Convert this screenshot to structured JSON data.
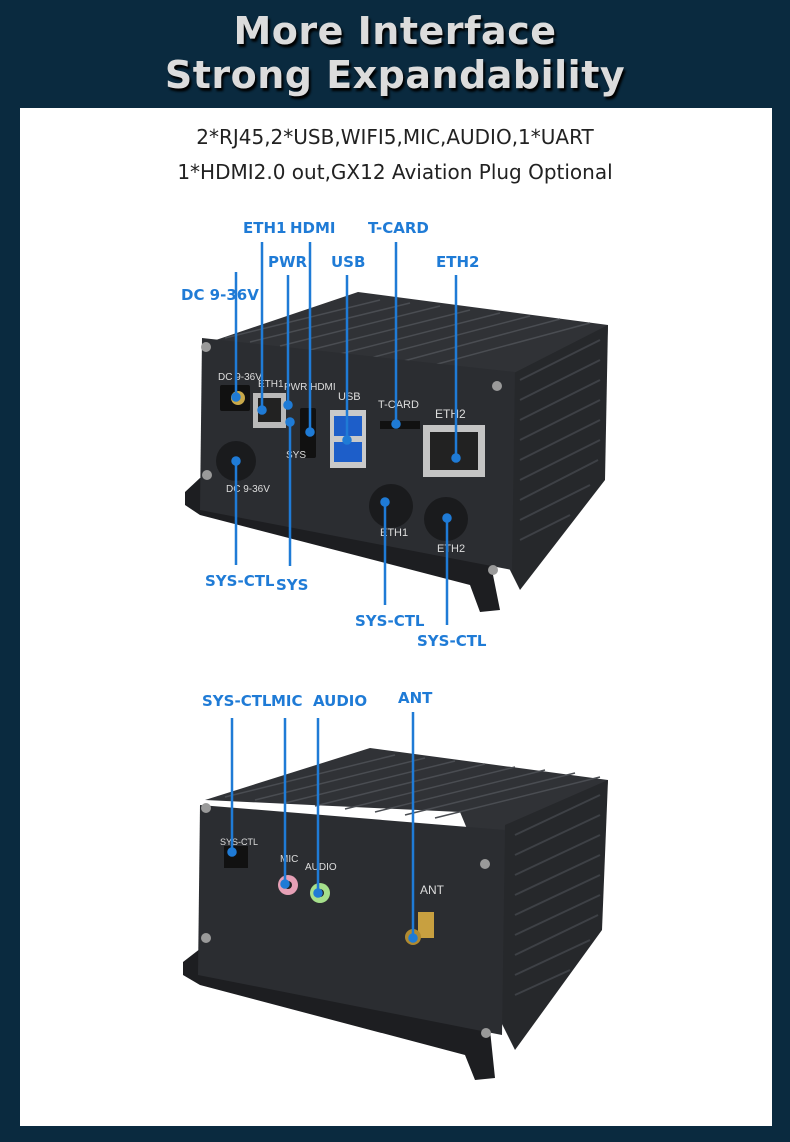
{
  "header": {
    "title_line1": "More Interface",
    "title_line2": "Strong Expandability"
  },
  "specs": {
    "line1": "2*RJ45,2*USB,WIFI5,MIC,AUDIO,1*UART",
    "line2": "1*HDMI2.0 out,GX12 Aviation Plug Optional"
  },
  "front_view": {
    "callouts": {
      "eth1": "ETH1",
      "hdmi": "HDMI",
      "t_card": "T-CARD",
      "pwr": "PWR",
      "usb": "USB",
      "eth2": "ETH2",
      "dc": "DC 9-36V",
      "sys_ctl_left": "SYS-CTL",
      "sys": "SYS",
      "sys_ctl_mid": "SYS-CTL",
      "sys_ctl_right": "SYS-CTL"
    },
    "printed_labels": {
      "dc": "DC 9-36V",
      "eth1": "ETH1",
      "pwr_hdmi": "PWR HDMI",
      "usb": "USB",
      "tcard": "T-CARD",
      "eth2": "ETH2",
      "sys": "SYS",
      "dc_low": "DC 9-36V",
      "eth1_low": "ETH1",
      "eth2_low": "ETH2"
    }
  },
  "rear_view": {
    "callouts": {
      "sys_ctl": "SYS-CTL",
      "mic": "MIC",
      "audio": "AUDIO",
      "ant": "ANT"
    },
    "printed_labels": {
      "sys_ctl": "SYS-CTL",
      "mic": "MIC",
      "audio": "AUDIO",
      "ant": "ANT"
    }
  },
  "colors": {
    "background": "#0a2a3f",
    "callout": "#1f7bd6",
    "device": "#2a2c30"
  }
}
